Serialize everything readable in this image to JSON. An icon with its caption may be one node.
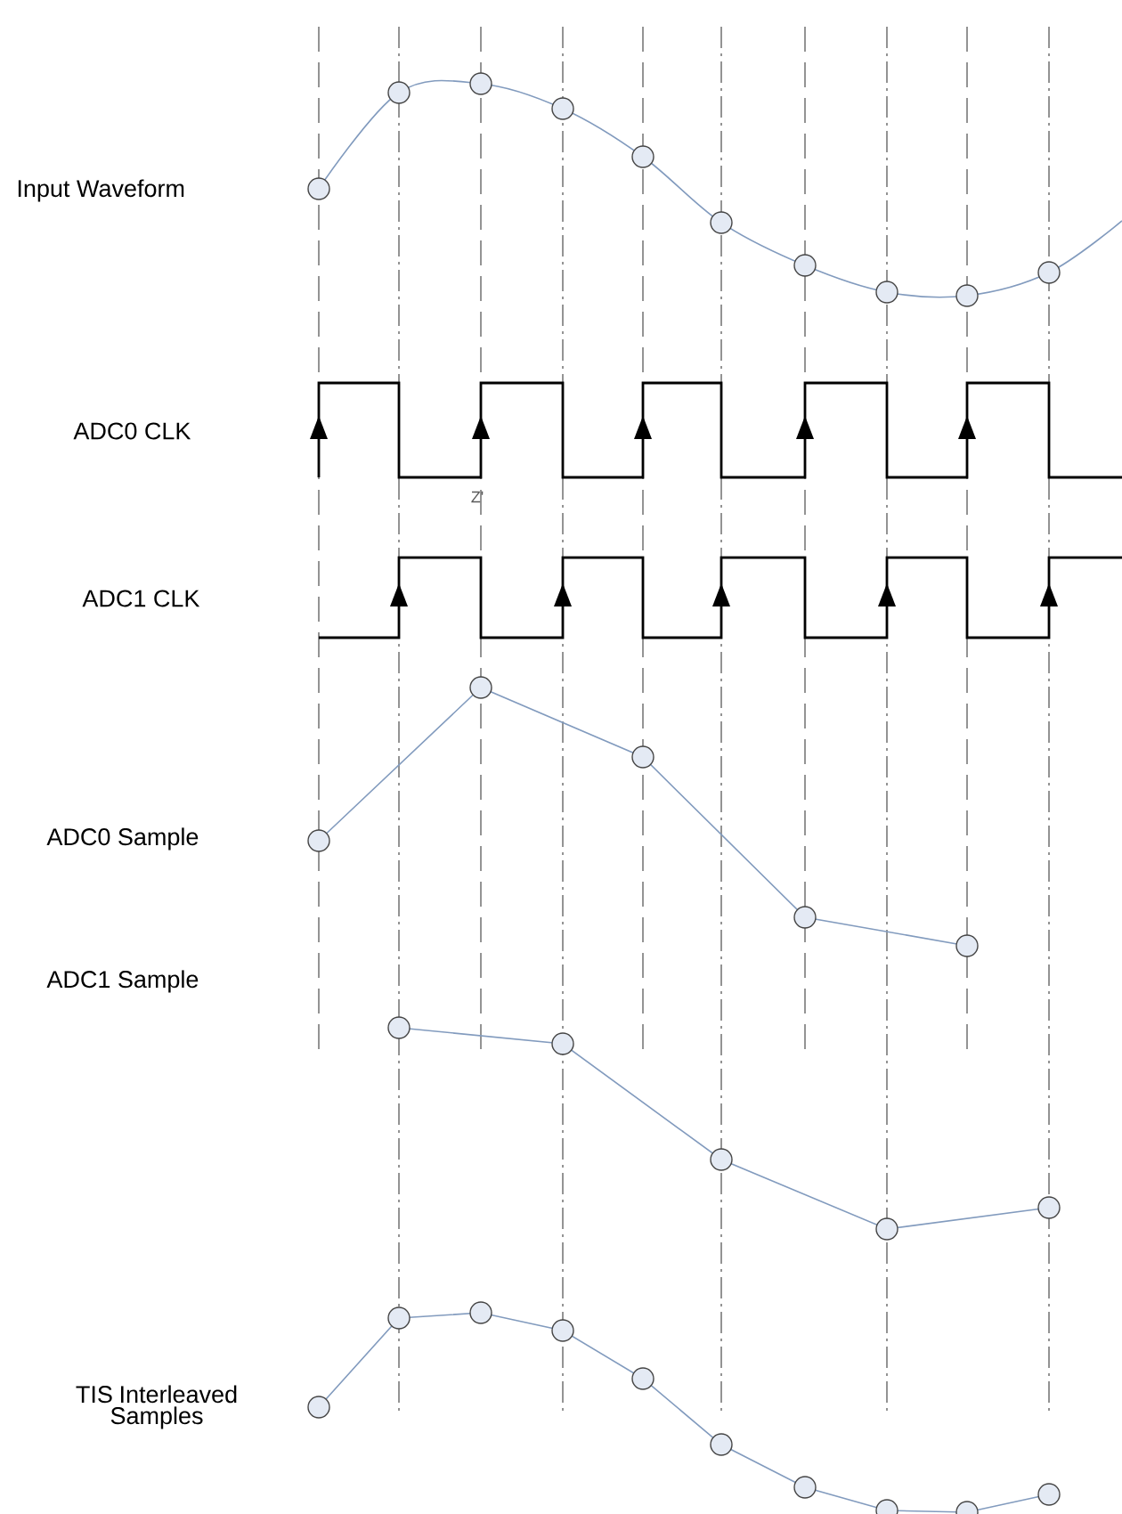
{
  "diagram": {
    "labels": [
      "Input Waveform",
      "ADC0 CLK",
      "Z'",
      "ADC1 CLK",
      "ADC0 Sample",
      "ADC1 Sample",
      "TIS Interleaved Samples"
    ]
  }
}
